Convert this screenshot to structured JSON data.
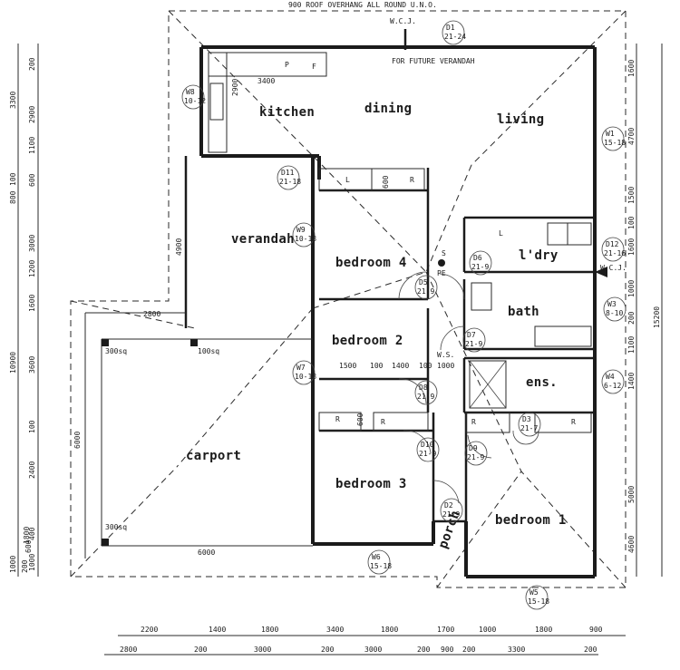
{
  "header": {
    "roof_note": "900 ROOF OVERHANG ALL ROUND U.N.O.",
    "future_note": "FOR FUTURE VERANDAH"
  },
  "rooms": {
    "kitchen": "kitchen",
    "dining": "dining",
    "living": "living",
    "verandah": "verandah",
    "bedroom4": "bedroom 4",
    "bedroom2": "bedroom 2",
    "bedroom3": "bedroom 3",
    "bedroom1": "bedroom 1",
    "laundry": "l'dry",
    "bath": "bath",
    "ensuite": "ens.",
    "carport": "carport",
    "porch": "porch"
  },
  "labels": {
    "wcj_top": "W.C.J.",
    "wcj_right": "W.C.J.",
    "ws": "W.S.",
    "s": "S",
    "pe": "PE",
    "fixture_L": "L",
    "fixture_R": "R",
    "fixture_P": "P",
    "fixture_F": "F",
    "sq300": "300sq",
    "sq100": "100sq"
  },
  "doors": [
    {
      "id": "D1",
      "code": "21-24"
    },
    {
      "id": "D11",
      "code": "21-18"
    },
    {
      "id": "D6",
      "code": "21-9"
    },
    {
      "id": "D5",
      "code": "21-9"
    },
    {
      "id": "D7",
      "code": "21-9"
    },
    {
      "id": "D8",
      "code": "21-9"
    },
    {
      "id": "D10",
      "code": "21-9"
    },
    {
      "id": "D9",
      "code": "21-9"
    },
    {
      "id": "D3",
      "code": "21-7"
    },
    {
      "id": "D2",
      "code": "21-9"
    }
  ],
  "windows": [
    {
      "id": "W8",
      "code": "10-12"
    },
    {
      "id": "W9",
      "code": "10-18"
    },
    {
      "id": "W7",
      "code": "10-18"
    },
    {
      "id": "W1",
      "code": "15-18"
    },
    {
      "id": "D12",
      "code": "21-16"
    },
    {
      "id": "W3",
      "code": "8-10"
    },
    {
      "id": "W4",
      "code": "6-12"
    },
    {
      "id": "W6",
      "code": "15-18"
    },
    {
      "id": "W5",
      "code": "15-18"
    }
  ],
  "dimensions": {
    "bottom_row1": [
      "2200",
      "1400",
      "1800",
      "3400",
      "1800",
      "1700",
      "1000",
      "1800",
      "900"
    ],
    "bottom_row2": [
      "2800",
      "200",
      "3000",
      "200",
      "3000",
      "200",
      "900",
      "200",
      "3300",
      "200"
    ],
    "left_col1": [
      "200",
      "2900",
      "1100",
      "600",
      "3000",
      "1200",
      "1600",
      "3600",
      "100",
      "2400",
      "400",
      "1000"
    ],
    "left_col2": [
      "3300",
      "100",
      "800",
      "10900",
      "1000"
    ],
    "left_col3": [
      "200",
      "1800",
      "600"
    ],
    "right_col1": [
      "1600",
      "4700",
      "1500",
      "100",
      "1600",
      "1000",
      "200",
      "1100",
      "1400",
      "5000",
      "4600"
    ],
    "right_col2": [
      "15200"
    ],
    "interior": [
      "3400",
      "2900",
      "4900",
      "2800",
      "6000",
      "6000",
      "600",
      "600",
      "1500",
      "100",
      "1400",
      "100",
      "1000"
    ]
  }
}
